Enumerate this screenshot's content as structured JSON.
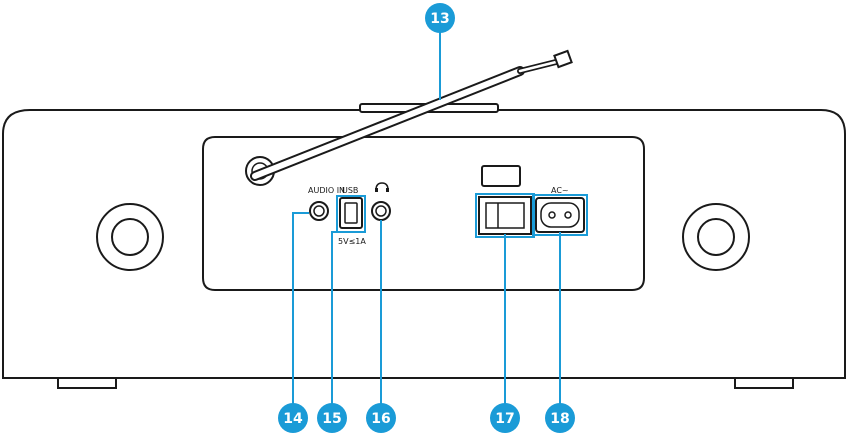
{
  "labels": {
    "audio_in": "AUDIO IN",
    "usb": "USB",
    "usb_rating": "5V≤1A",
    "ac": "AC~"
  },
  "callouts": {
    "c13": "13",
    "c14": "14",
    "c15": "15",
    "c16": "16",
    "c17": "17",
    "c18": "18"
  },
  "colors": {
    "callout": "#1a9bd7",
    "outline": "#1a1a1a"
  },
  "icons": {
    "headphone": "headphone-icon"
  }
}
